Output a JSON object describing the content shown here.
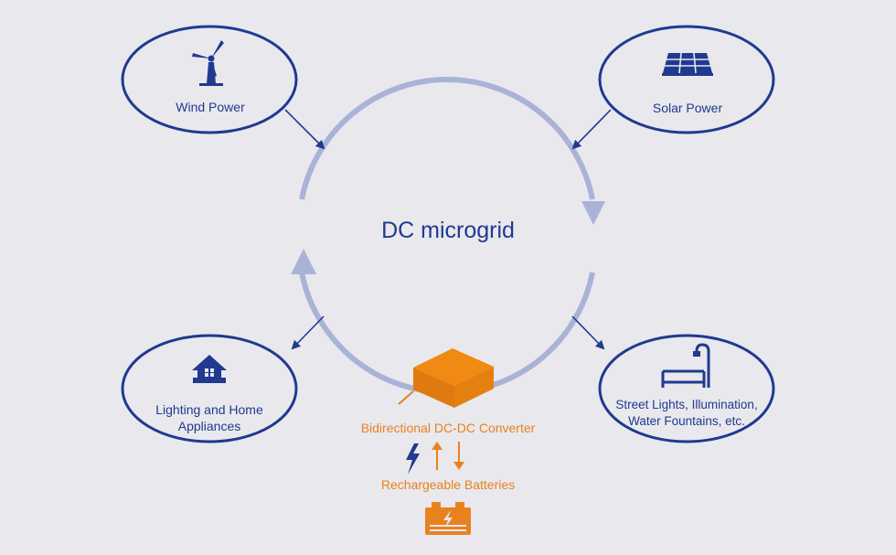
{
  "center": {
    "title": "DC microgrid"
  },
  "sources": {
    "wind": {
      "label": "Wind Power",
      "icon": "wind-turbine-icon"
    },
    "solar": {
      "label": "Solar Power",
      "icon": "solar-panel-icon"
    }
  },
  "loads": {
    "home": {
      "line1": "Lighting and Home",
      "line2": "Appliances",
      "icon": "house-icon"
    },
    "street": {
      "line1": "Street Lights, Illumination,",
      "line2": "Water Fountains, etc.",
      "icon": "street-lamp-bench-icon"
    }
  },
  "storage": {
    "converter_label": "Bidirectional DC-DC Converter",
    "battery_label": "Rechargeable Batteries",
    "converter_icon": "converter-box-icon",
    "battery_icon": "battery-icon"
  },
  "colors": {
    "background": "#e9e8ed",
    "navy": "#1f3a8f",
    "ring": "#a9b3d8",
    "orange": "#e8821e"
  }
}
